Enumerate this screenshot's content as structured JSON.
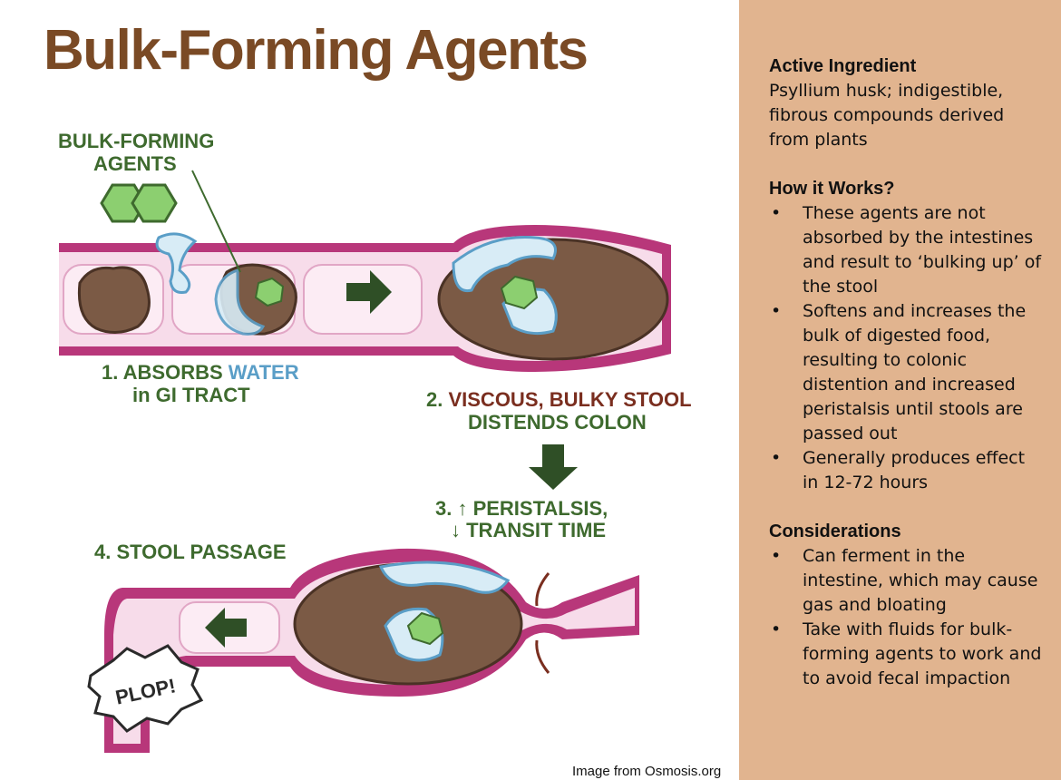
{
  "title": "Bulk-Forming Agents",
  "credit": "Image from Osmosis.org",
  "diagram": {
    "agents_label_line1": "BULK-FORMING",
    "agents_label_line2": "AGENTS",
    "step1_line1_a": "1. ABSORBS ",
    "step1_line1_b": "WATER",
    "step1_line2": "in GI TRACT",
    "step2_line1_a": "2. ",
    "step2_line1_b": "VISCOUS, BULKY STOOL",
    "step2_line2": "DISTENDS COLON",
    "step3_line1": "3. ↑ PERISTALSIS,",
    "step3_line2": "↓ TRANSIT TIME",
    "step4": "4. STOOL PASSAGE",
    "plop": "PLOP!"
  },
  "sections": [
    {
      "heading": "Active Ingredient",
      "text": "Psyllium husk; indigestible, fibrous compounds derived from plants"
    },
    {
      "heading": "How it Works?",
      "bullets": [
        "These agents are not absorbed by the intestines and result to ‘bulking up’ of the stool",
        "Softens and increases the bulk of digested food, resulting to colonic distention and increased peristalsis until stools are passed out",
        "Generally produces effect in 12-72 hours"
      ]
    },
    {
      "heading": "Considerations",
      "bullets": [
        "Can ferment in the intestine, which may cause gas and bloating",
        "Take with fluids for bulk-forming agents to work and to avoid fecal impaction"
      ]
    }
  ],
  "colors": {
    "title": "#7a4a25",
    "panel": "#e1b48f",
    "label_green": "#3e6a2e",
    "water_blue": "#5a9ec7",
    "tube_border": "#b8377a",
    "tube_fill": "#f7dcea",
    "stool": "#7b5a45",
    "agent_green": "#8ccf70"
  }
}
